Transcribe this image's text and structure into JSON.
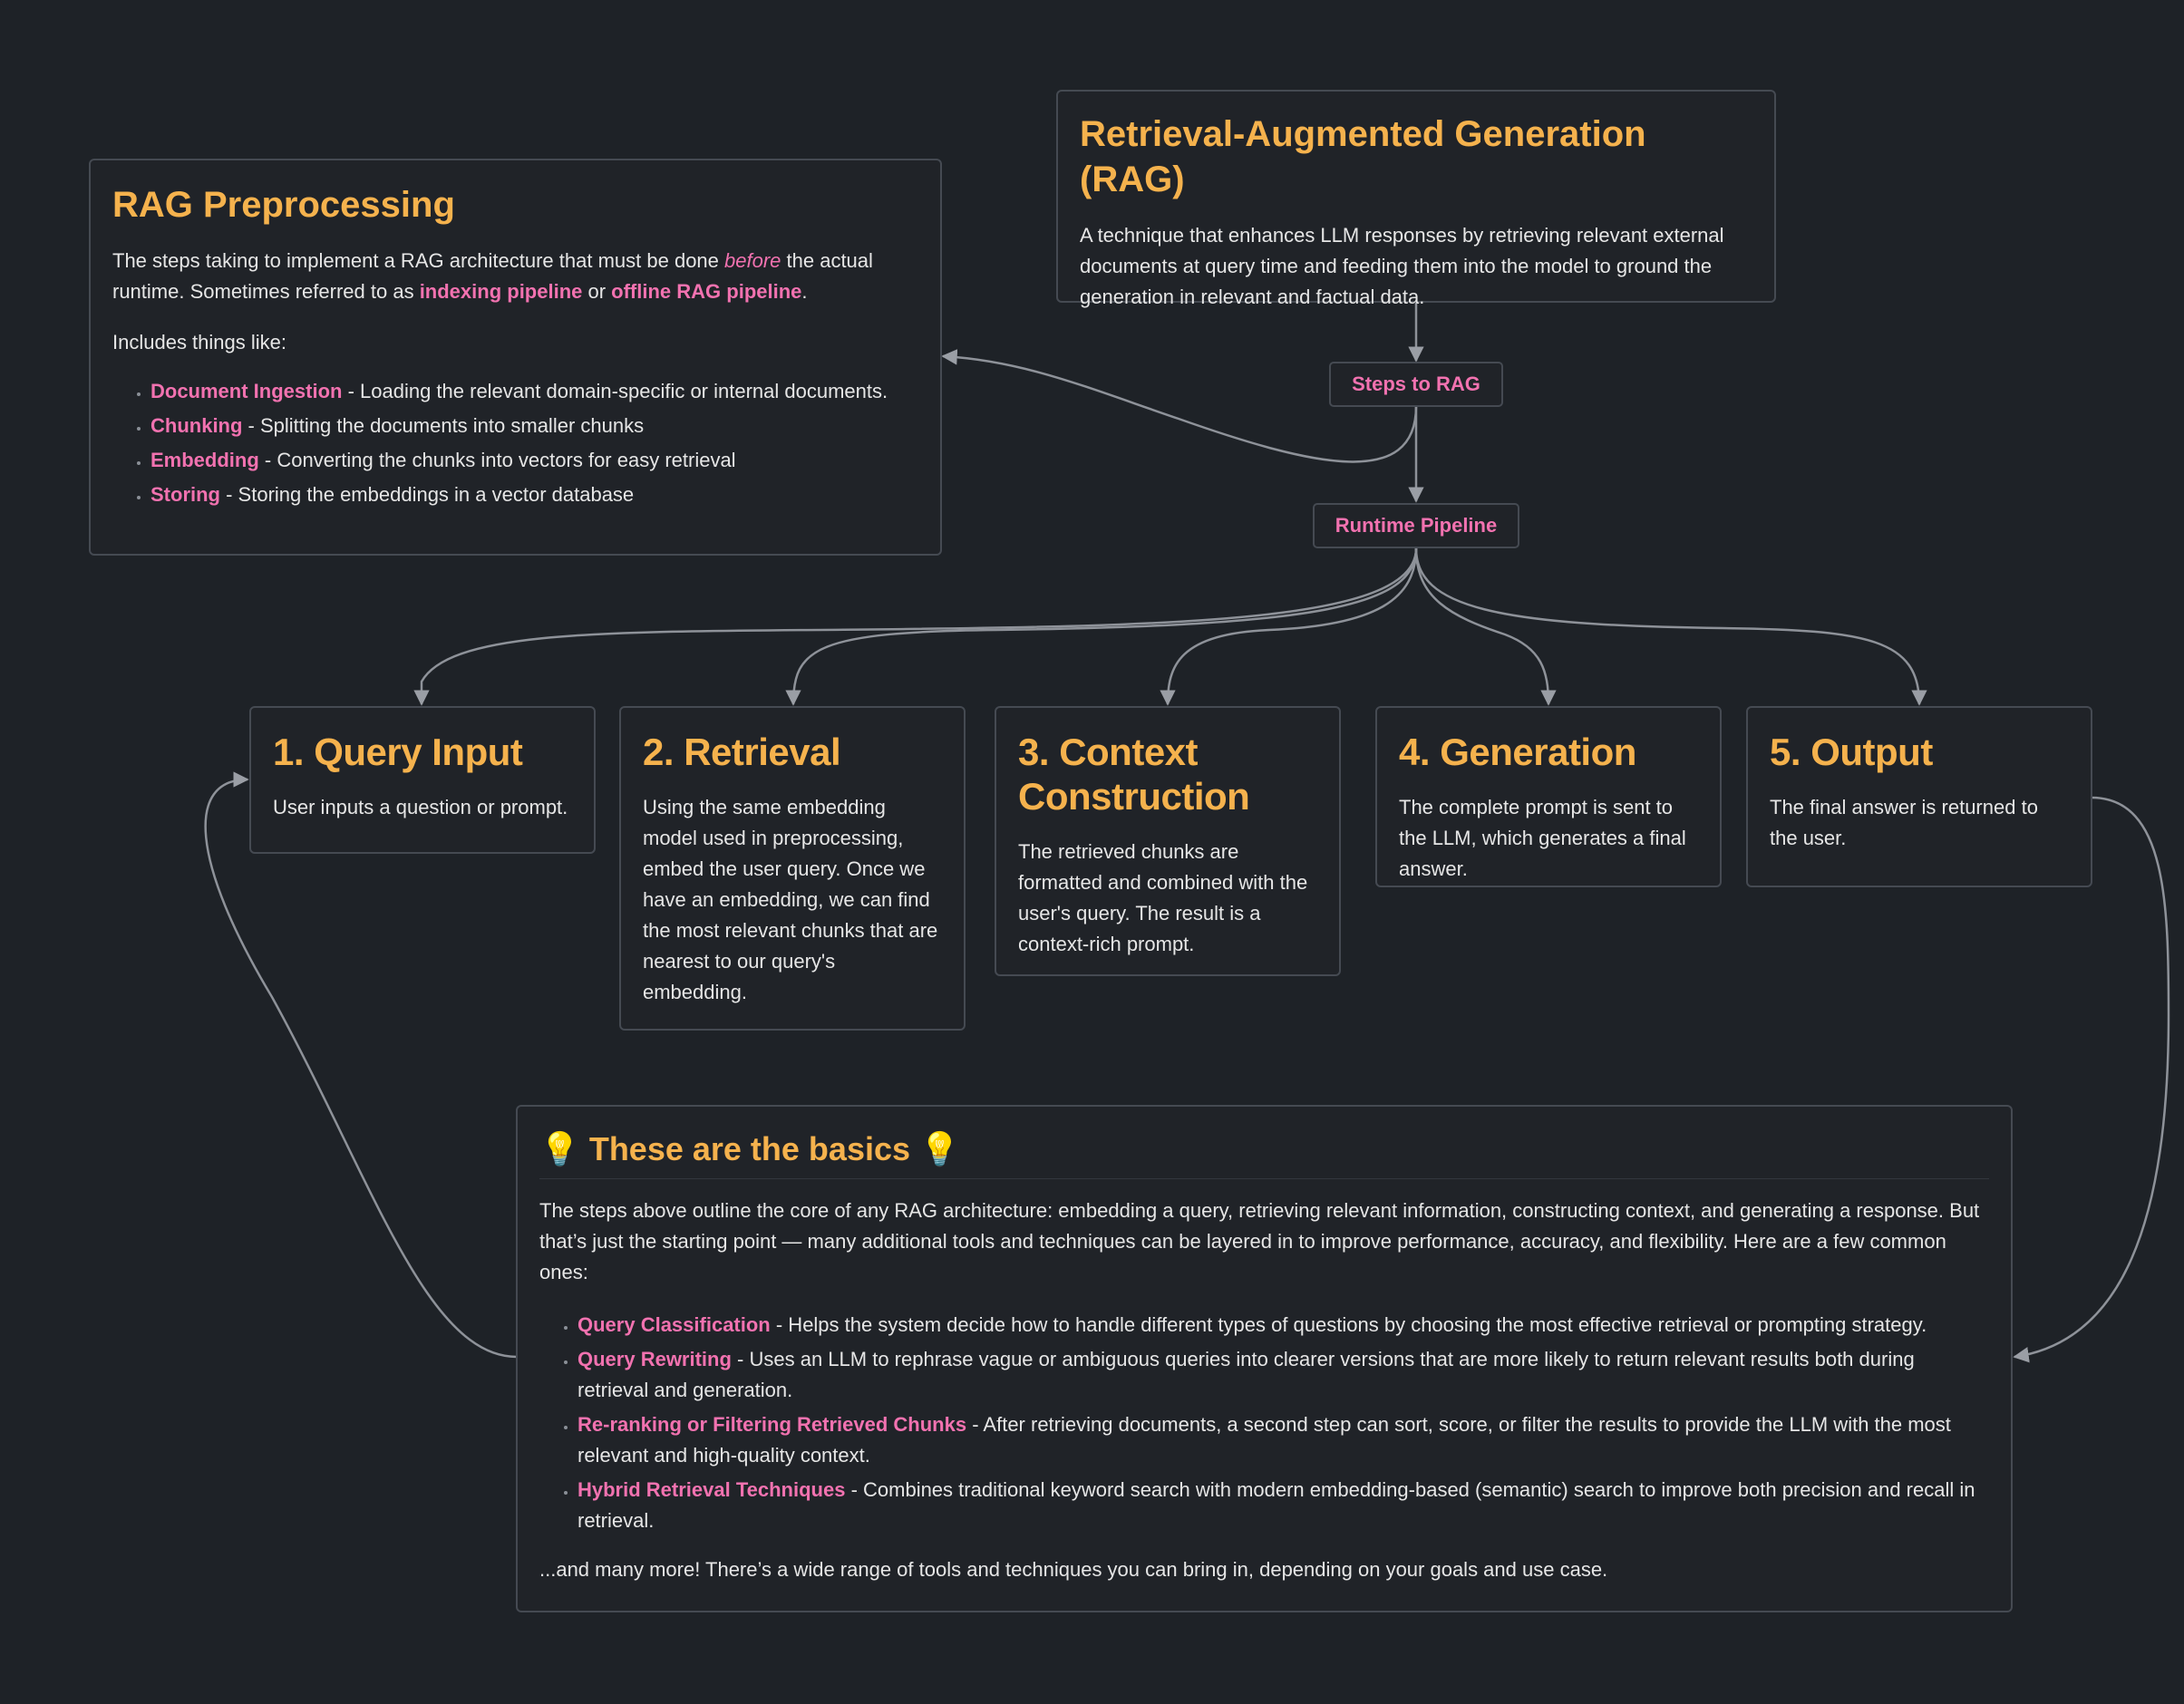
{
  "rag_card": {
    "title": "Retrieval-Augmented Generation (RAG)",
    "desc": "A technique that enhances LLM responses by retrieving relevant external documents at query time and feeding them into the model to ground the generation in relevant and factual data."
  },
  "preprocessing": {
    "title": "RAG Preprocessing",
    "p1_a": "The steps taking to implement a RAG architecture that must be done ",
    "p1_em": "before",
    "p1_b": " the actual runtime. Sometimes referred to as ",
    "p1_term1": "indexing pipeline",
    "p1_or": " or ",
    "p1_term2": "offline RAG pipeline",
    "p1_end": ".",
    "includes": "Includes things like:",
    "items": [
      {
        "term": "Document Ingestion",
        "desc": " - Loading the relevant domain-specific or internal documents."
      },
      {
        "term": "Chunking",
        "desc": " - Splitting the documents into smaller chunks"
      },
      {
        "term": "Embedding",
        "desc": " - Converting the chunks into vectors for easy retrieval"
      },
      {
        "term": "Storing",
        "desc": " - Storing the embeddings in a vector database"
      }
    ]
  },
  "pills": {
    "steps_to_rag": "Steps to RAG",
    "runtime_pipeline": "Runtime Pipeline"
  },
  "steps": [
    {
      "title": "1. Query Input",
      "desc": "User inputs a question or prompt."
    },
    {
      "title": "2. Retrieval",
      "desc": "Using the same embedding model used in preprocessing, embed the user query. Once we have an embedding, we can find the most relevant chunks that are nearest to our query's embedding."
    },
    {
      "title": "3. Context Construction",
      "desc": "The retrieved chunks are formatted and combined with the user's query. The result is a context-rich prompt."
    },
    {
      "title": "4. Generation",
      "desc": "The complete prompt is sent to the LLM, which generates a final answer."
    },
    {
      "title": "5. Output",
      "desc": "The final answer is returned to the user."
    }
  ],
  "basics": {
    "title": "💡 These are the basics 💡",
    "intro": "The steps above outline the core of any RAG architecture: embedding a query, retrieving relevant information, constructing context, and generating a response. But that’s just the starting point — many additional tools and techniques can be layered in to improve performance, accuracy, and flexibility. Here are a few common ones:",
    "items": [
      {
        "term": "Query Classification",
        "desc": " - Helps the system decide how to handle different types of questions by choosing the most effective retrieval or prompting strategy."
      },
      {
        "term": "Query Rewriting",
        "desc": " - Uses an LLM to rephrase vague or ambiguous queries into clearer versions that are more likely to return relevant results both during retrieval and generation."
      },
      {
        "term": "Re-ranking or Filtering Retrieved Chunks",
        "desc": " - After retrieving documents, a second step can sort, score, or filter the results to provide the LLM with the most relevant and high-quality context."
      },
      {
        "term": "Hybrid Retrieval Techniques",
        "desc": " - Combines traditional keyword search with modern embedding-based (semantic) search to improve both precision and recall in retrieval."
      }
    ],
    "outro": "...and many more! There’s a wide range of tools and techniques you can bring in, depending on your goals and use case."
  }
}
